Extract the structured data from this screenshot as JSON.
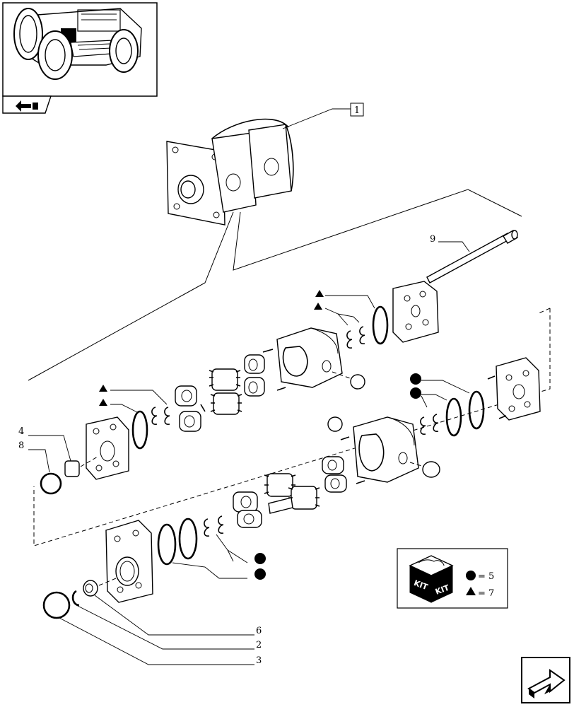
{
  "callouts": {
    "pump_assembly": "1",
    "circlip": "2",
    "o_ring_outer": "3",
    "seal_front": "4",
    "seal_rear": "6",
    "o_ring_front": "8",
    "tie_bolt": "9"
  },
  "legend": {
    "kit_label": "KIT",
    "circle_kit_text": "= 5",
    "triangle_kit_text": "= 7"
  },
  "icons": {
    "thumbnail": "tractor-thumbnail",
    "prev": "back-arrow-icon",
    "next": "forward-arrow-icon",
    "circle_marker": "black-circle",
    "triangle_marker": "black-triangle"
  }
}
